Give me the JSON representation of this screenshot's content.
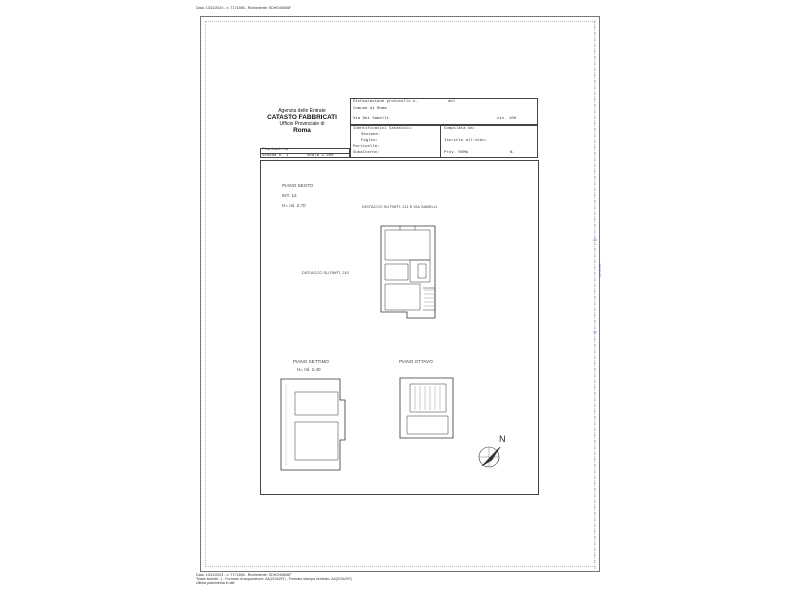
{
  "stamps": {
    "header": "Data: 13/11/2024 - n. T171896 - Richiedente: SDHG40606F",
    "footer_line1": "Data: 13/11/2024 - n. T171896 - Richiedente: SDHG40606F",
    "footer_line2": "Totale schede: 1 - Formato di acquisizione: A4(210x297) - Formato stampa richiesto: A4(210x297)",
    "footer_line3": "Ultima planimetria in atti"
  },
  "agency": {
    "line1": "Agenzia delle Entrate",
    "line2": "CATASTO FABBRICATI",
    "line3": "Ufficio Provinciale di",
    "line4": "Roma"
  },
  "form": {
    "dichiarazione": "Dichiarazione protocollo n.",
    "del": "del",
    "comune": "Comune di Roma",
    "via": "Via Dei Sabelli",
    "civ": "civ. 100",
    "identificativi": "Identificativi Catastali:",
    "sezione": "Sezione:",
    "foglio": "Foglio:",
    "particella": "Particella:",
    "subalterno": "Subalterno:",
    "compilata": "Compilata da:",
    "iscritto": "Iscritto all'albo:",
    "prov": "Prov. ROMA",
    "n": "N.",
    "planimetria": "Planimetria",
    "scheda": "Scheda n. 1",
    "scala": "Scala 1:200"
  },
  "plans": {
    "piano_sesto": "PIANO SESTO",
    "int": "INT. 12",
    "h_sesto": "H= ml. 2,70",
    "distacco_top": "DISTACCO SU PART. 211 E VIA SABELLI",
    "distacco_left": "DISTACCO SU PART. 210",
    "piano_settimo": "PIANO SETTIMO",
    "h_settimo": "H= ml. 2,40",
    "piano_ottavo": "PIANO OTTAVO",
    "north": "N"
  },
  "margin": {
    "scale_mark": "Ag=cm 10"
  }
}
